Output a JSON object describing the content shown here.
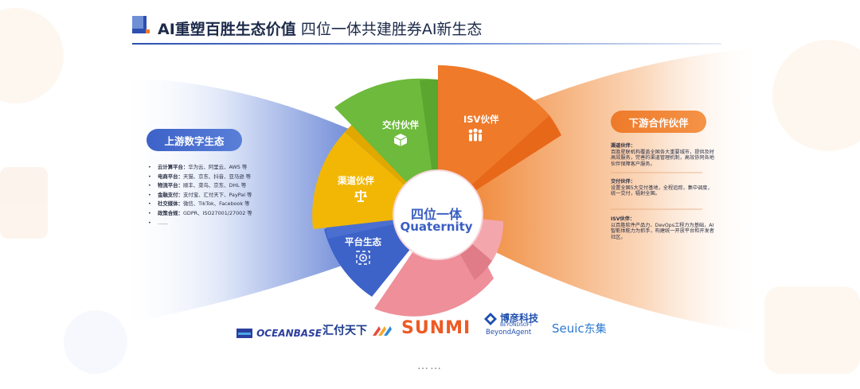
{
  "title": {
    "bold": "AI重塑百胜生态价值",
    "rest": "四位一体共建胜券AI新生态"
  },
  "upstream": {
    "label": "上游数字生态",
    "items": [
      {
        "key": "云计算平台：",
        "value": "华为云、阿里云、AWS 等"
      },
      {
        "key": "电商平台：",
        "value": "天猫、京东、抖音、亚马逊 等"
      },
      {
        "key": "物流平台：",
        "value": "顺丰、菜鸟、京东、DHL 等"
      },
      {
        "key": "金融支付：",
        "value": "支付宝、汇付天下、PayPal 等"
      },
      {
        "key": "社交媒体：",
        "value": "微信、TikTok、Facebook 等"
      },
      {
        "key": "政策合规：",
        "value": "GDPR、ISO27001/27002 等"
      },
      {
        "key": "",
        "value": "……"
      }
    ]
  },
  "downstream": {
    "label": "下游合作伙伴",
    "blocks": [
      {
        "title": "渠道伙伴：",
        "text": "百胜星联机构覆盖全国各大重要城市，提供及时高效服务，完善的渠道管理机制，高效协同各地伙伴保障客户服务。"
      },
      {
        "title": "交付伙伴：",
        "text": "设置全国5大交付基地，全程追踪，集中调度，统一交付，辐射全国。"
      },
      {
        "title": "ISV伙伴：",
        "text": "以百胜软件产品力、DevOps工程力为基础，AI智能体能力为抓手，构建统一开放平台和开发者社区。"
      }
    ]
  },
  "segments": {
    "delivery": "交付伙伴",
    "isv": "ISV伙伴",
    "channel": "渠道伙伴",
    "platform": "平台生态"
  },
  "center": {
    "line1": "四位一体",
    "line2": "Quaternity"
  },
  "logos": {
    "oceanbase": "OCEANBASE",
    "huifu": "汇付天下",
    "sunmi": "SUNMI",
    "beyond_cn": "博彦科技",
    "beyond_en": "BEYONDSOFT",
    "beyond_agent": "BeyondAgent",
    "seuic_en": "Seuic",
    "seuic_cn": "东集"
  },
  "more": "……",
  "colors": {
    "blue": "#3d62c8",
    "green": "#6dba3c",
    "orange": "#ee7a2a",
    "yellow": "#f2b705",
    "pink": "#ee8f9a",
    "title_blue": "#2d4fb0"
  }
}
